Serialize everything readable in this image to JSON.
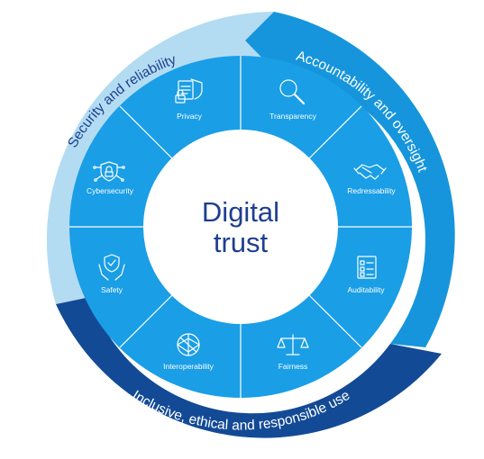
{
  "center": {
    "line1": "Digital",
    "line2": "trust"
  },
  "outer_bands": [
    {
      "id": "security",
      "label": "Security and reliability",
      "color": "#b3dcf3",
      "text_color": "#1e3f8f"
    },
    {
      "id": "accountability",
      "label": "Accountability and oversight",
      "color": "#1695dc",
      "text_color": "#ffffff"
    },
    {
      "id": "inclusive",
      "label": "Inclusive, ethical and responsible use",
      "color": "#134a96",
      "text_color": "#ffffff"
    }
  ],
  "segments": [
    {
      "label": "Privacy",
      "icon": "document-lock-icon"
    },
    {
      "label": "Transparency",
      "icon": "magnifier-icon"
    },
    {
      "label": "Redressability",
      "icon": "handshake-icon"
    },
    {
      "label": "Auditability",
      "icon": "checklist-icon"
    },
    {
      "label": "Fairness",
      "icon": "scales-icon"
    },
    {
      "label": "Interoperability",
      "icon": "globe-network-icon"
    },
    {
      "label": "Safety",
      "icon": "hands-shield-icon"
    },
    {
      "label": "Cybersecurity",
      "icon": "shield-circuit-icon"
    }
  ],
  "colors": {
    "segment_fill": "#1a9ee6",
    "divider": "#ffffff",
    "center_fill": "#ffffff"
  }
}
